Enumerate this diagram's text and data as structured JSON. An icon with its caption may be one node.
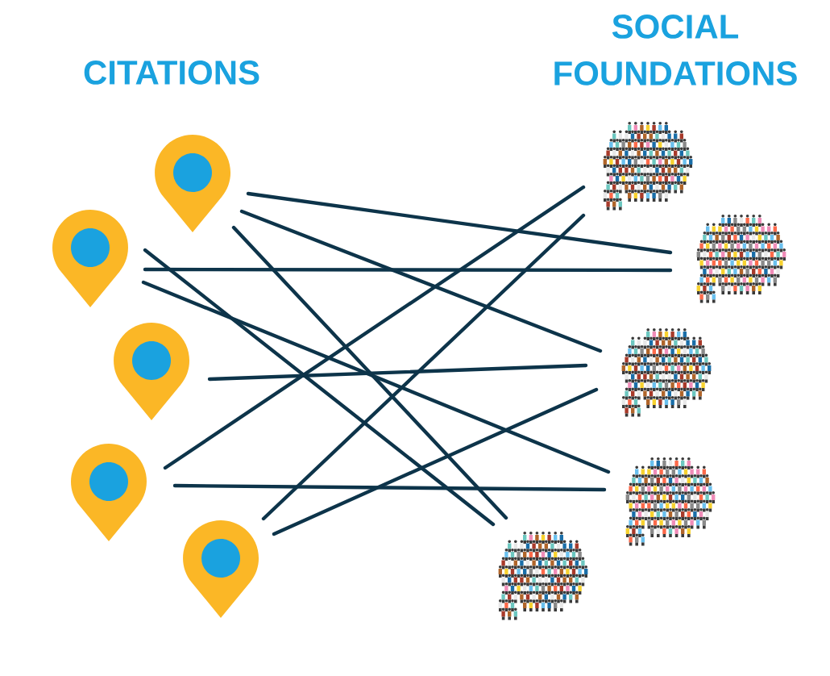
{
  "diagram": {
    "nodes": [
      {
        "text": [],
        "shape": "pin"
      },
      {
        "text": [],
        "shape": "pin"
      },
      {
        "text": [],
        "shape": "pin"
      },
      {
        "text": [],
        "shape": "pin"
      },
      {
        "text": [],
        "shape": "pin"
      },
      {
        "text": [],
        "shape": "picture"
      },
      {
        "text": [],
        "shape": "picture"
      },
      {
        "text": [],
        "shape": "picture"
      },
      {
        "text": [],
        "shape": "picture"
      },
      {
        "text": [],
        "shape": "picture"
      }
    ],
    "edges": [
      {
        "from": 0,
        "to": 6,
        "arrow": "none"
      },
      {
        "from": 0,
        "to": 7,
        "arrow": "none"
      },
      {
        "from": 0,
        "to": 9,
        "arrow": "none"
      },
      {
        "from": 1,
        "to": 9,
        "arrow": "none"
      },
      {
        "from": 1,
        "to": 6,
        "arrow": "none"
      },
      {
        "from": 1,
        "to": 8,
        "arrow": "none"
      },
      {
        "from": 2,
        "to": 7,
        "arrow": "none"
      },
      {
        "from": 3,
        "to": 5,
        "arrow": "none"
      },
      {
        "from": 3,
        "to": 8,
        "arrow": "none"
      },
      {
        "from": 4,
        "to": 5,
        "arrow": "none"
      },
      {
        "from": 4,
        "to": 7,
        "arrow": "none"
      }
    ],
    "labels": [
      "CITATIONS",
      "SOCIAL FOUNDATIONS"
    ]
  }
}
